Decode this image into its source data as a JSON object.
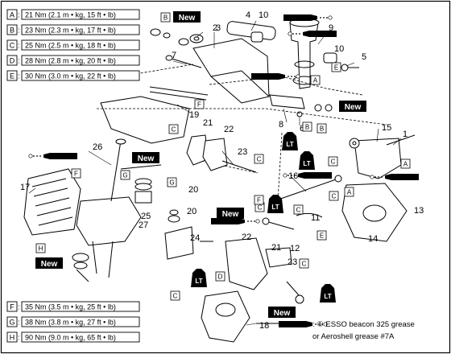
{
  "torque_specs_top": [
    {
      "key": "A",
      "value": "21 Nm (2.1 m • kg, 15 ft • lb)"
    },
    {
      "key": "B",
      "value": "23 Nm (2.3 m • kg, 17 ft • lb)"
    },
    {
      "key": "C",
      "value": "25 Nm (2.5 m • kg, 18 ft • lb)"
    },
    {
      "key": "D",
      "value": "28 Nm (2.8 m • kg, 20 ft • lb)"
    },
    {
      "key": "E",
      "value": "30 Nm (3.0 m • kg, 22 ft • lb)"
    }
  ],
  "torque_specs_bottom": [
    {
      "key": "F",
      "value": "35 Nm (3.5 m • kg, 25 ft • lb)"
    },
    {
      "key": "G",
      "value": "38 Nm (3.8 m • kg, 27 ft • lb)"
    },
    {
      "key": "H",
      "value": "90 Nm (9.0 m • kg, 65 ft • lb)"
    }
  ],
  "labels": {
    "new": "New",
    "lt": "LT"
  },
  "legend": {
    "line1": ": ① ESSO beacon 325 grease",
    "line2": "or Aeroshell grease #7A"
  },
  "callouts": [
    "1",
    "2",
    "3",
    "4",
    "5",
    "6",
    "7",
    "8",
    "9",
    "10",
    "10",
    "11",
    "12",
    "13",
    "14",
    "15",
    "16",
    "17",
    "18",
    "19",
    "20",
    "20",
    "21",
    "21",
    "22",
    "22",
    "23",
    "23",
    "24",
    "25",
    "26",
    "27"
  ],
  "tags": [
    "A",
    "A",
    "A",
    "B",
    "B",
    "B",
    "C",
    "C",
    "C",
    "C",
    "C",
    "C",
    "C",
    "C",
    "D",
    "E",
    "E",
    "F",
    "F",
    "F",
    "G",
    "G",
    "H"
  ]
}
